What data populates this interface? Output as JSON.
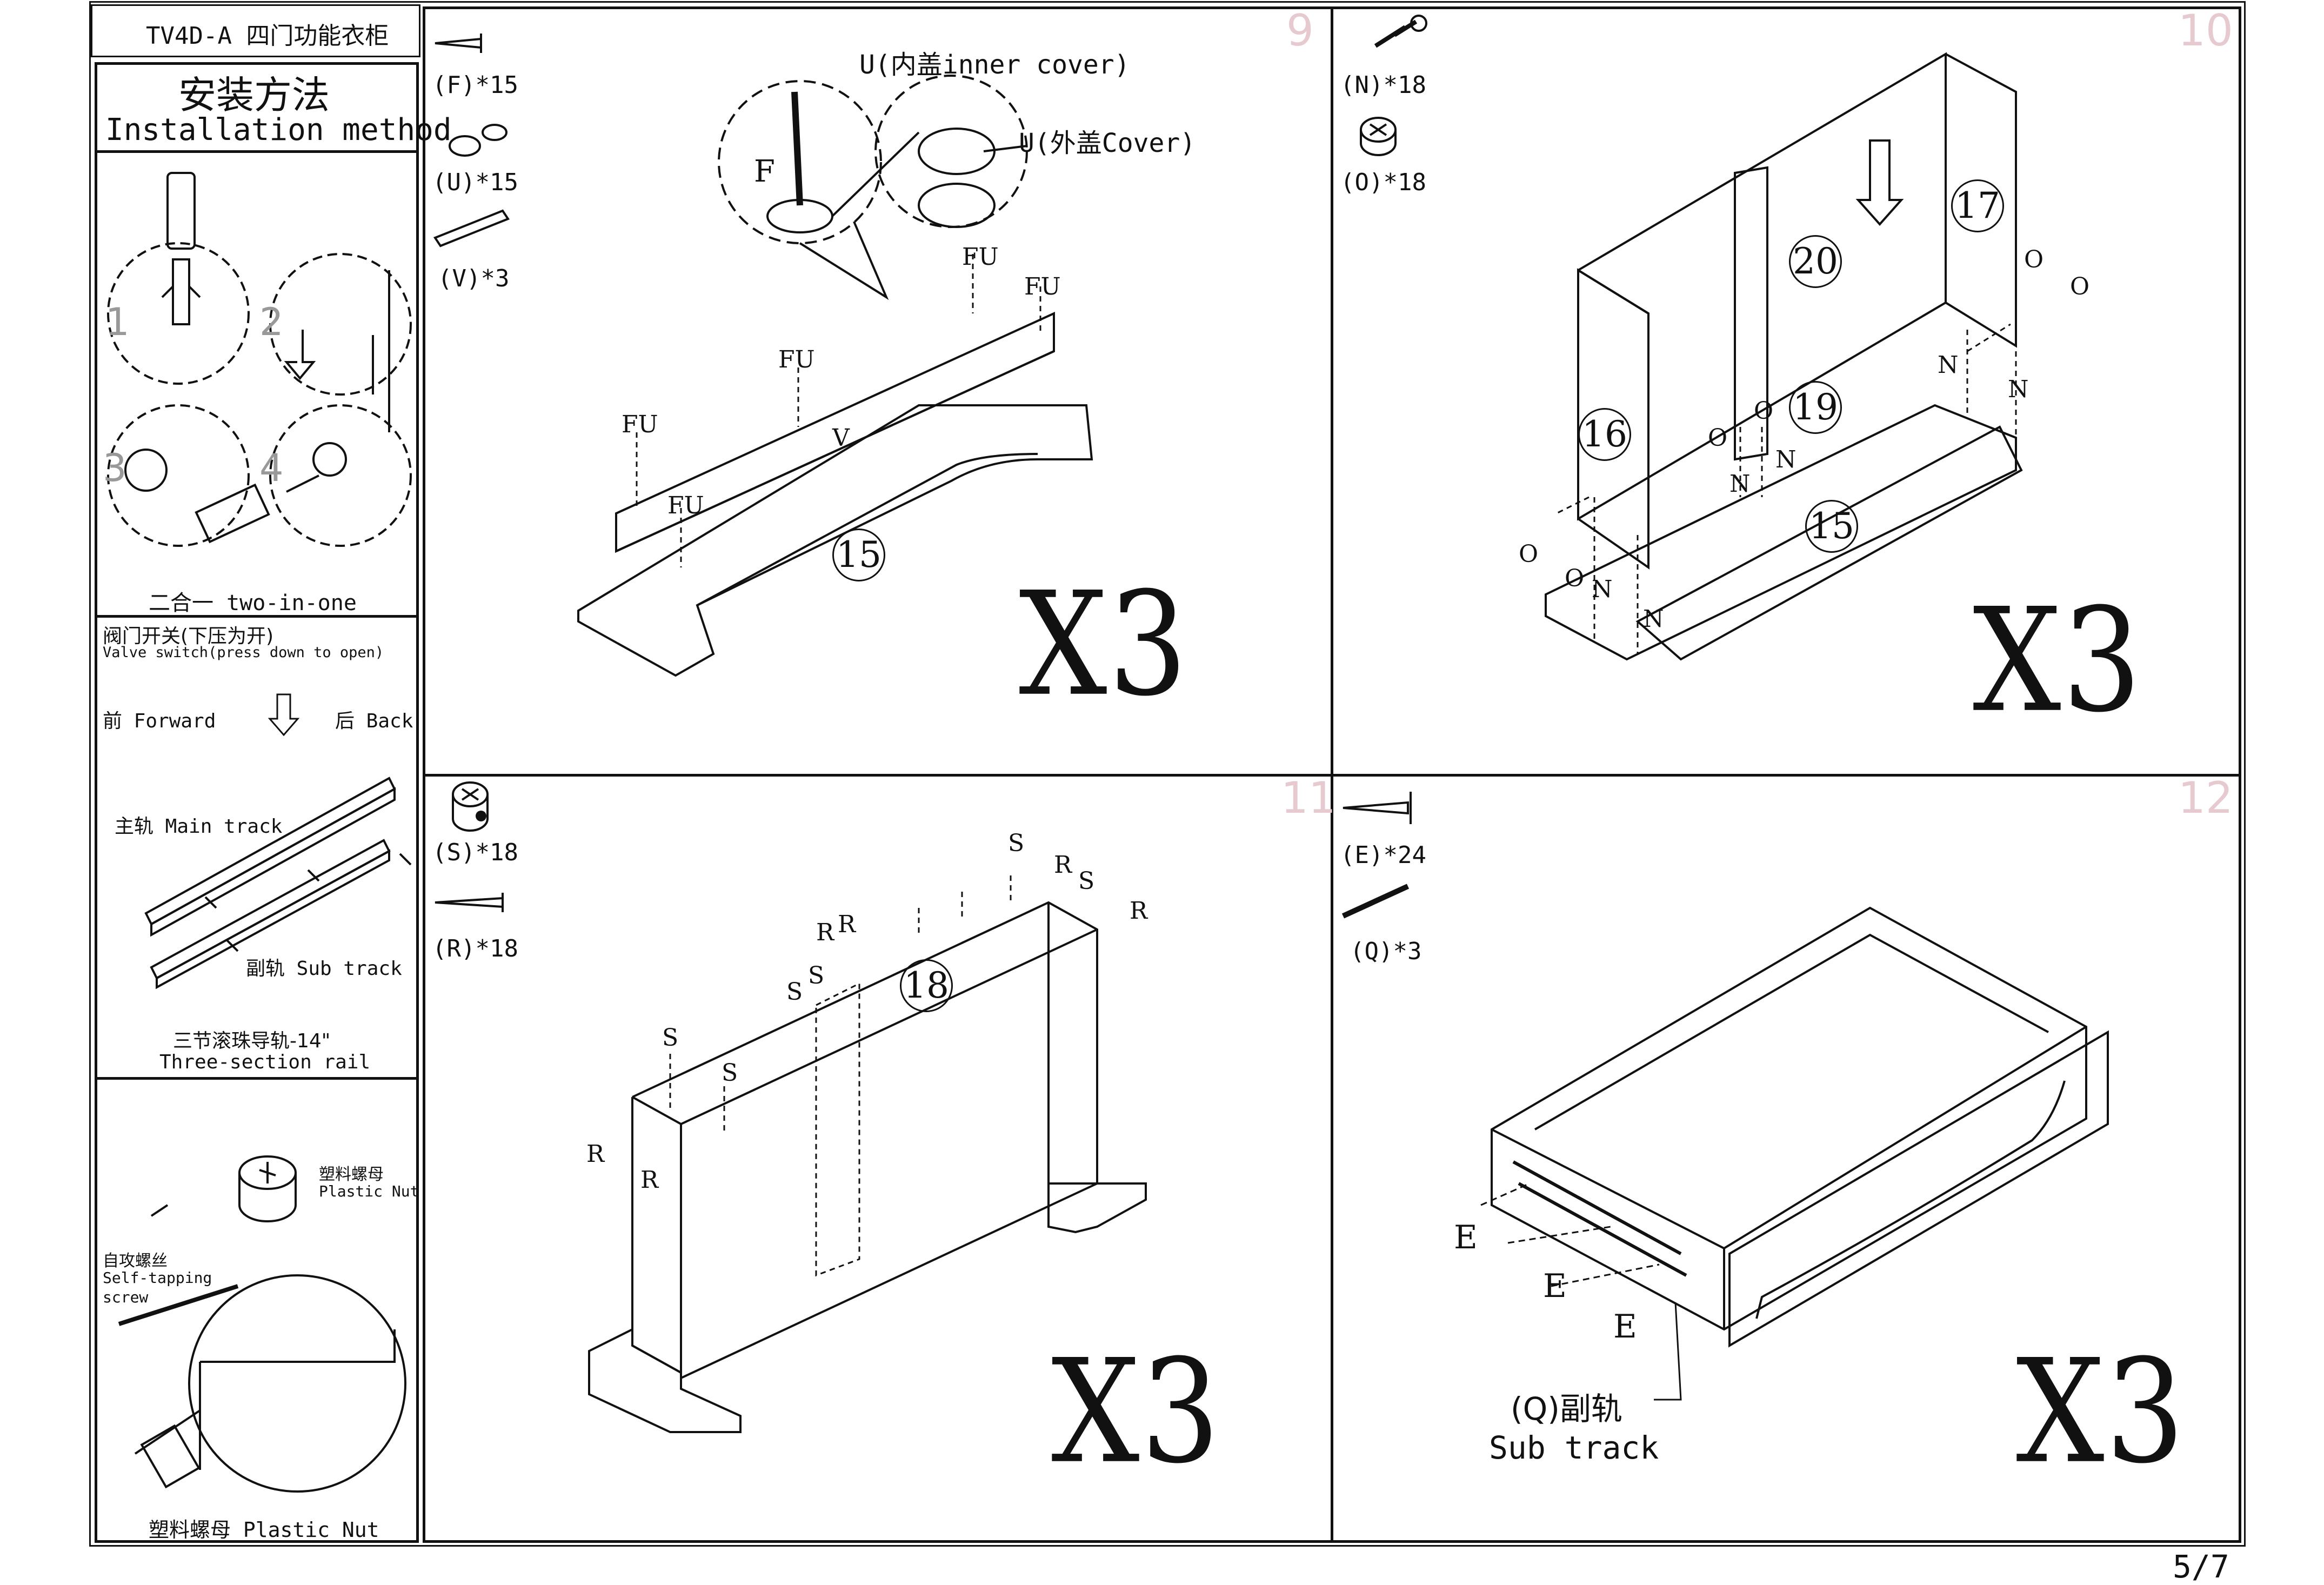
{
  "header": {
    "model": "TV4D-A 四门功能衣柜"
  },
  "sidebar": {
    "title_cn": "安装方法",
    "title_en": "Installation method",
    "steps": [
      "1",
      "2",
      "3",
      "4"
    ],
    "two_in_one": "二合一 two-in-one",
    "valve_cn": "阀门开关(下压为开)",
    "valve_en": "Valve switch(press down to open)",
    "forward": "前 Forward",
    "back": "后 Back",
    "main_track": "主轨 Main track",
    "sub_track": "副轨 Sub track",
    "rail_cn": "三节滚珠导轨-14\"",
    "rail_en": "Three-section  rail",
    "plastic_nut_cn": "塑料螺母",
    "plastic_nut_en": "Plastic Nut",
    "screw_cn": "自攻螺丝",
    "screw_en1": "Self-tapping",
    "screw_en2": "screw",
    "footer": "塑料螺母 Plastic Nut"
  },
  "panels": [
    {
      "num": "9",
      "parts": [
        "(F)*15",
        "(U)*15",
        "(V)*3"
      ],
      "labels": {
        "inner": "U(内盖inner cover)",
        "outer": "U(外盖Cover)",
        "f": "F",
        "fu": "FU",
        "v": "V",
        "part": "15"
      },
      "mult": "X3"
    },
    {
      "num": "10",
      "parts": [
        "(N)*18",
        "(O)*18"
      ],
      "labels": {
        "n": "N",
        "o": "O",
        "p15": "15",
        "p16": "16",
        "p17": "17",
        "p19": "19",
        "p20": "20"
      },
      "mult": "X3"
    },
    {
      "num": "11",
      "parts": [
        "(S)*18",
        "(R)*18"
      ],
      "labels": {
        "s": "S",
        "r": "R",
        "p18": "18"
      },
      "mult": "X3"
    },
    {
      "num": "12",
      "parts": [
        "(E)*24",
        "(Q)*3"
      ],
      "labels": {
        "e": "E",
        "sub_cn": "(Q)副轨",
        "sub_en": "Sub track"
      },
      "mult": "X3"
    }
  ],
  "page": "5/7"
}
